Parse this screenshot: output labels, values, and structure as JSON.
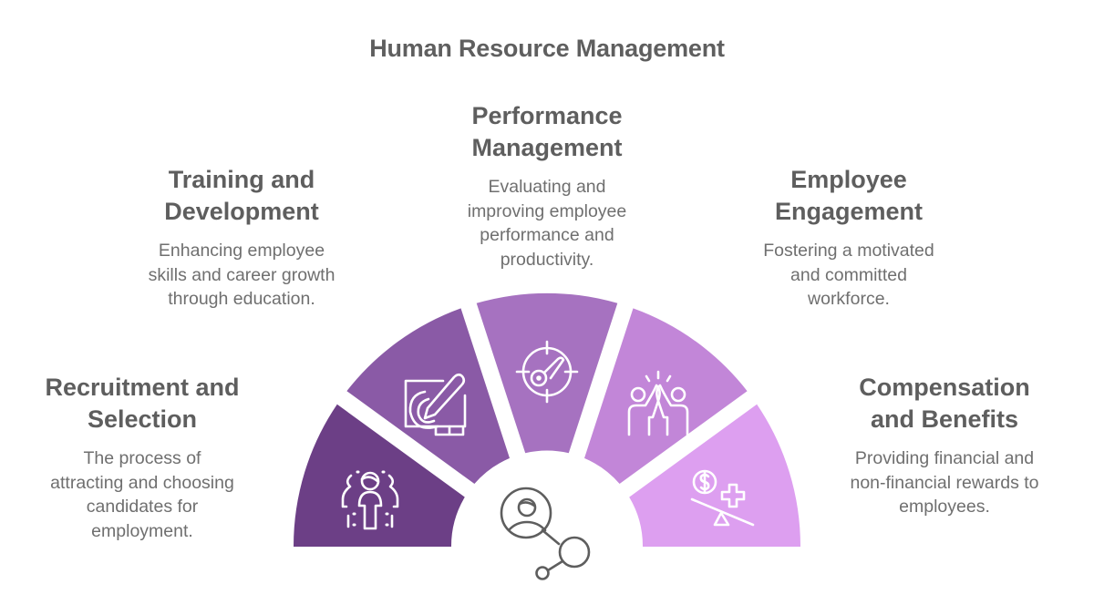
{
  "title": "Human Resource Management",
  "center_icon": "person-network-icon",
  "segments": [
    {
      "title_line1": "Recruitment and",
      "title_line2": "Selection",
      "desc": [
        "The process of",
        "attracting and choosing",
        "candidates for",
        "employment."
      ],
      "icon": "people-group-icon",
      "color": "#6c3f86"
    },
    {
      "title_line1": "Training and",
      "title_line2": "Development",
      "desc": [
        "Enhancing employee",
        "skills and career growth",
        "through education."
      ],
      "icon": "tablet-pen-icon",
      "color": "#8a5aa6"
    },
    {
      "title_line1": "Performance",
      "title_line2": "Management",
      "desc": [
        "Evaluating and",
        "improving employee",
        "performance and",
        "productivity."
      ],
      "icon": "target-gauge-icon",
      "color": "#a672c0"
    },
    {
      "title_line1": "Employee",
      "title_line2": "Engagement",
      "desc": [
        "Fostering a motivated",
        "and committed",
        "workforce."
      ],
      "icon": "high-five-icon",
      "color": "#c286d8"
    },
    {
      "title_line1": "Compensation",
      "title_line2": "and Benefits",
      "desc": [
        "Providing financial and",
        "non-financial rewards to",
        "employees."
      ],
      "icon": "money-balance-icon",
      "color": "#dd9ff0"
    }
  ]
}
